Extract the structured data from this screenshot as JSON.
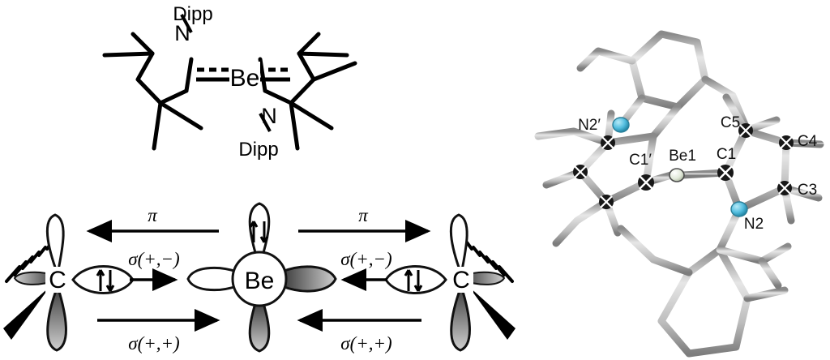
{
  "figure": {
    "kind": "chemistry-multipanel",
    "panels": [
      "lewis-structure",
      "orbital-interaction-diagram",
      "x-ray-crystal-structure"
    ]
  },
  "lewis": {
    "metal_label": "Be",
    "nitrogen_label_left": "N",
    "nitrogen_label_right": "N",
    "substituent_left": "Dipp",
    "substituent_right": "Dipp",
    "bond_style_note": "partial double bond drawn solid + dashed"
  },
  "orbitals": {
    "left_atom": "C",
    "center_atom": "Be",
    "right_atom": "C",
    "arrow_labels": {
      "pi_left": "π",
      "pi_right": "π",
      "sigma_pm_left": "σ(+,−)",
      "sigma_pm_right": "σ(+,−)",
      "sigma_pp_left": "σ(+,+)",
      "sigma_pp_right": "σ(+,+)"
    },
    "electron_pair_glyph": "⇅",
    "colors": {
      "lobe_empty": "#ffffff",
      "lobe_filled_dark": "#3a3a3a",
      "lobe_filled_light": "#c8c8c8",
      "outline": "#111111"
    }
  },
  "crystal": {
    "atom_labels": [
      "N2′",
      "C1′",
      "Be1",
      "C1",
      "C5",
      "C4",
      "C3",
      "N2"
    ],
    "colors": {
      "nitrogen": "#55bfe0",
      "carbon": "#1a1a1a",
      "beryllium": "#dfe6d8",
      "bond": "#b8b8b8",
      "bond_edge": "#6e6e6e"
    }
  }
}
